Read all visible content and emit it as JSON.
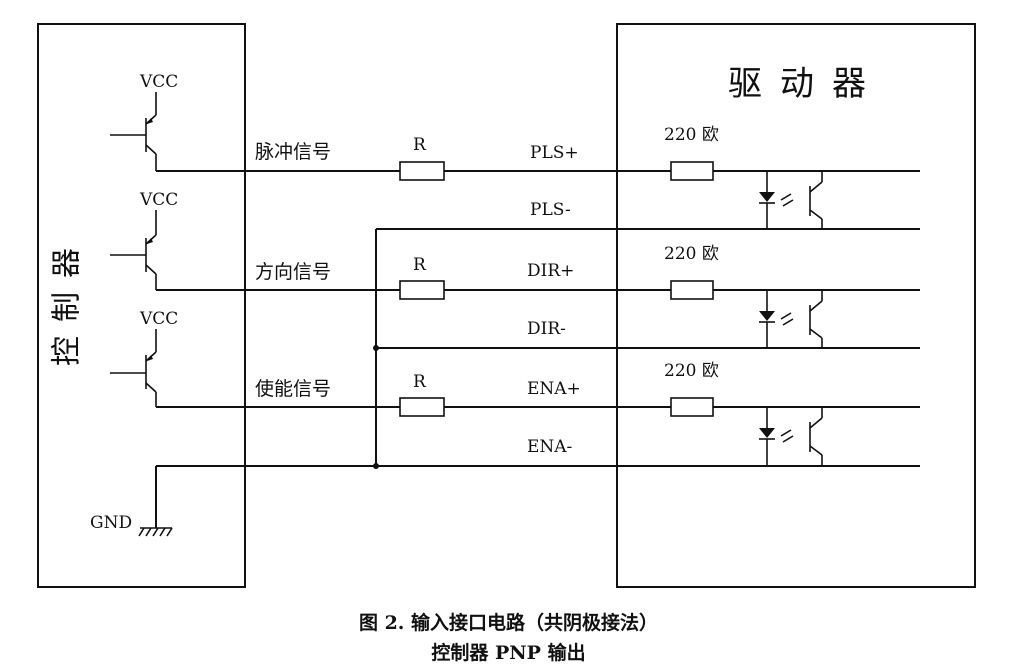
{
  "controller_label": "控制器",
  "driver_label": "驱动器",
  "vcc": [
    "VCC",
    "VCC",
    "VCC"
  ],
  "gnd": "GND",
  "signals": [
    "脉冲信号",
    "方向信号",
    "使能信号"
  ],
  "resistor": [
    "R",
    "R",
    "R"
  ],
  "pins": [
    "PLS+",
    "PLS-",
    "DIR+",
    "DIR-",
    "ENA+",
    "ENA-"
  ],
  "inner_resistor": [
    "220 欧",
    "220 欧",
    "220 欧"
  ],
  "caption": {
    "line1": "图 2.  输入接口电路（共阴极接法）",
    "line2": "控制器 PNP 输出"
  }
}
